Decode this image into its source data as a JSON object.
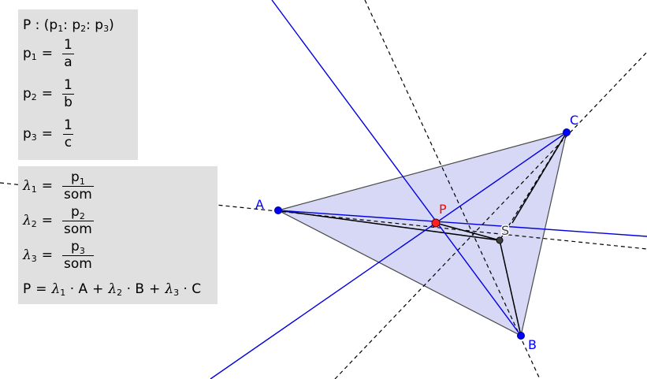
{
  "points": {
    "A": {
      "label": "A",
      "color": "#0000ff"
    },
    "B": {
      "label": "B",
      "color": "#0000ff"
    },
    "C": {
      "label": "C",
      "color": "#0000ff"
    },
    "P": {
      "label": "P",
      "color": "#ff0000"
    },
    "S": {
      "label": "S",
      "color": "#404040"
    }
  },
  "colors": {
    "triangle_fill": "#d6d8f6",
    "blue_line": "#0000e0",
    "dashed_line": "#000000",
    "panel_bg": "#e0e0e0"
  },
  "coords_panel": {
    "P_def": {
      "lhs": "P : (p",
      "s1": "1",
      "c1": " : p",
      "s2": "2",
      "c2": " : p",
      "s3": "3",
      "end": ")"
    },
    "p1": {
      "lhs": "p",
      "sub": "1",
      "eq": "=",
      "num": "1",
      "den": "a"
    },
    "p2": {
      "lhs": "p",
      "sub": "2",
      "eq": "=",
      "num": "1",
      "den": "b"
    },
    "p3": {
      "lhs": "p",
      "sub": "3",
      "eq": "=",
      "num": "1",
      "den": "c"
    }
  },
  "lambda_panel": {
    "l1": {
      "lam": "λ",
      "sub": "1",
      "eq": "=",
      "num": "p",
      "num_sub": "1",
      "den": "som"
    },
    "l2": {
      "lam": "λ",
      "sub": "2",
      "eq": "=",
      "num": "p",
      "num_sub": "2",
      "den": "som"
    },
    "l3": {
      "lam": "λ",
      "sub": "3",
      "eq": "=",
      "num": "p",
      "num_sub": "3",
      "den": "som"
    },
    "formula": {
      "lhs": "P",
      "eq": "=",
      "t1_lam": "λ",
      "t1_sub": "1",
      "t1_pt": "· A",
      "plus1": "+",
      "t2_lam": "λ",
      "t2_sub": "2",
      "t2_pt": "· B",
      "plus2": "+",
      "t3_lam": "λ",
      "t3_sub": "3",
      "t3_pt": "· C"
    }
  }
}
